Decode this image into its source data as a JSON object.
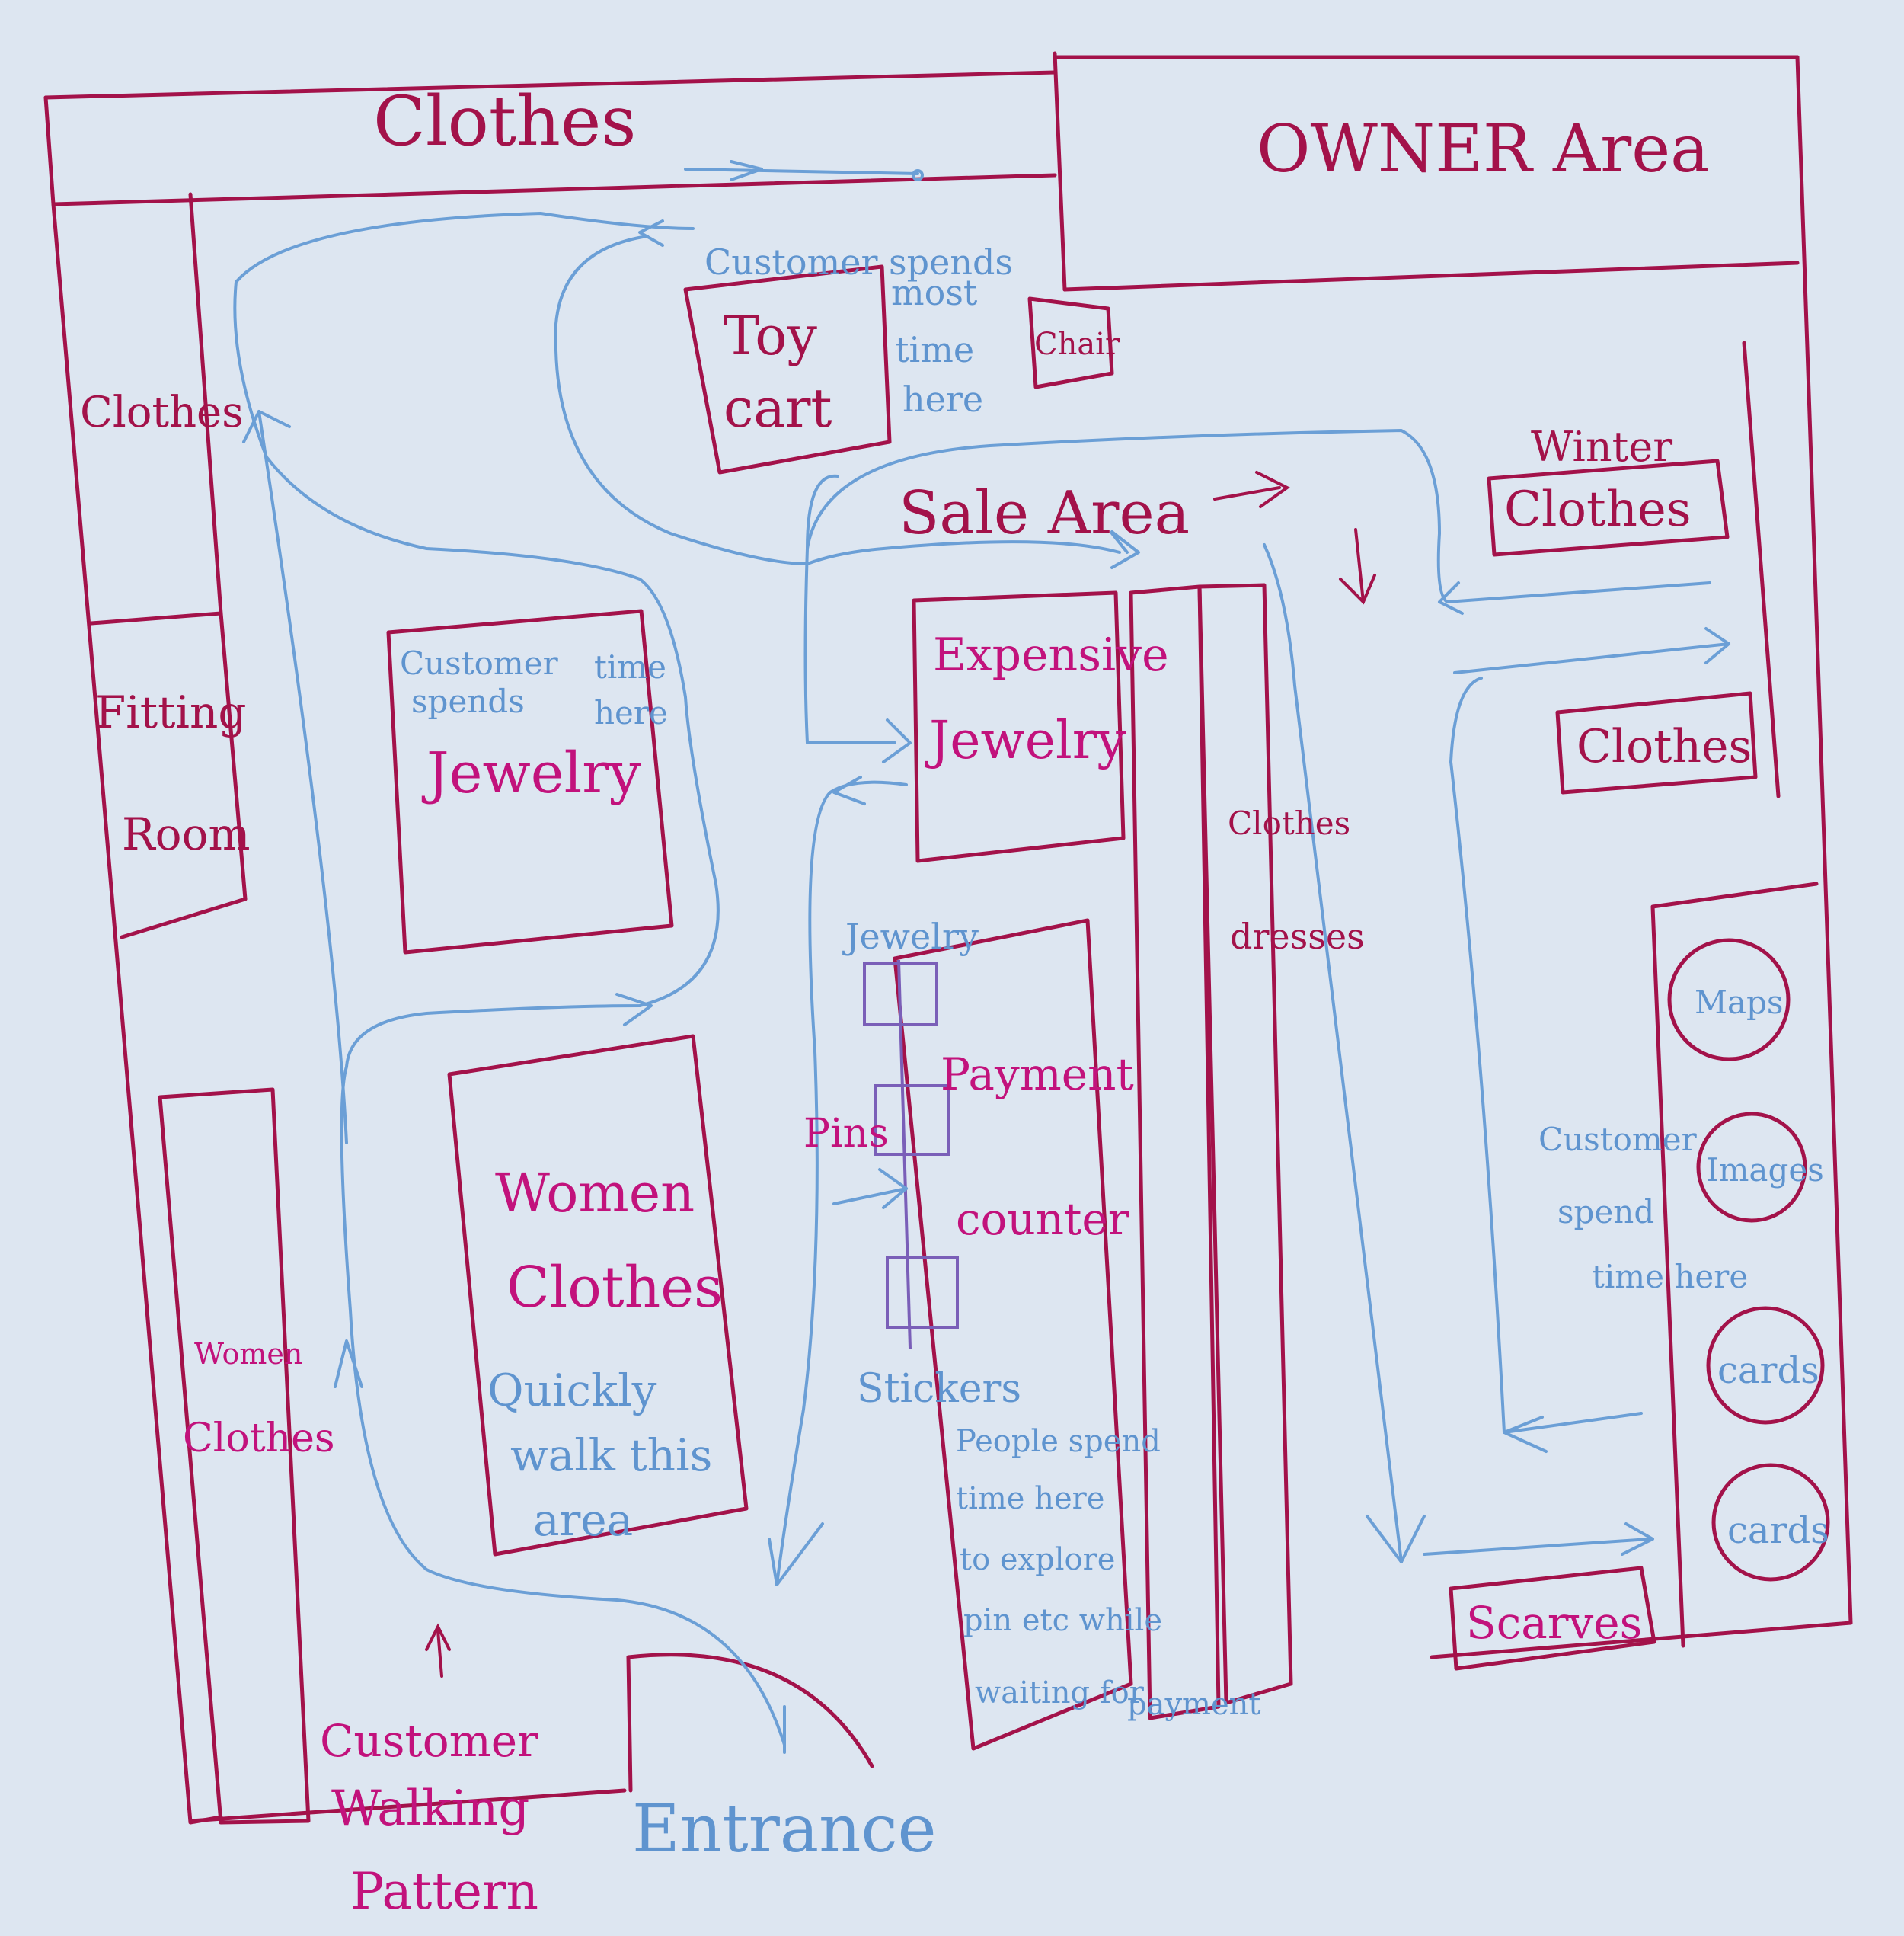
{
  "colors": {
    "wall": "#a3124a",
    "label_magenta": "#c2127c",
    "path_blue": "#6b9fd6",
    "paper": "#dde6f1"
  },
  "labels": {
    "clothes_top": "Clothes",
    "owner_area": "OWNER Area",
    "clothes_left": "Clothes",
    "fitting_room_1": "Fitting",
    "fitting_room_2": "Room",
    "toy_cart_1": "Toy",
    "toy_cart_2": "cart",
    "chair": "Chair",
    "sale_area": "Sale Area",
    "winter_clothes_1": "Winter",
    "winter_clothes_2": "Clothes",
    "jewelry": "Jewelry",
    "expensive_jewelry_1": "Expensive",
    "expensive_jewelry_2": "Jewelry",
    "clothes_right": "Clothes",
    "clothes_column": "Clothes",
    "dresses": "dresses",
    "jewelry_small": "Jewelry",
    "payment_1": "Payment",
    "payment_2": "counter",
    "pins": "Pins",
    "stickers": "Stickers",
    "women_clothes_1": "Women",
    "women_clothes_2": "Clothes",
    "women_clothes_left_1": "Women",
    "women_clothes_left_2": "Clothes",
    "maps": "Maps",
    "images": "Images",
    "cards_1": "cards",
    "cards_2": "cards",
    "scarves": "Scarves",
    "customer_walking_1": "Customer",
    "customer_walking_2": "Walking",
    "customer_walking_3": "Pattern",
    "entrance": "Entrance"
  },
  "notes": {
    "toy_note_1": "Customer spends",
    "toy_note_2": "most",
    "toy_note_3": "time",
    "toy_note_4": "here",
    "jewelry_note_1": "Customer",
    "jewelry_note_2": "spends",
    "jewelry_note_3": "time",
    "jewelry_note_4": "here",
    "women_note_1": "Quickly",
    "women_note_2": "walk this",
    "women_note_3": "area",
    "payment_note_1": "People spend",
    "payment_note_2": "time here",
    "payment_note_3": "to explore",
    "payment_note_4": "pin etc while",
    "payment_note_5": "waiting for",
    "payment_note_6": "payment",
    "right_note_1": "Customer",
    "right_note_2": "spend",
    "right_note_3": "time here"
  }
}
